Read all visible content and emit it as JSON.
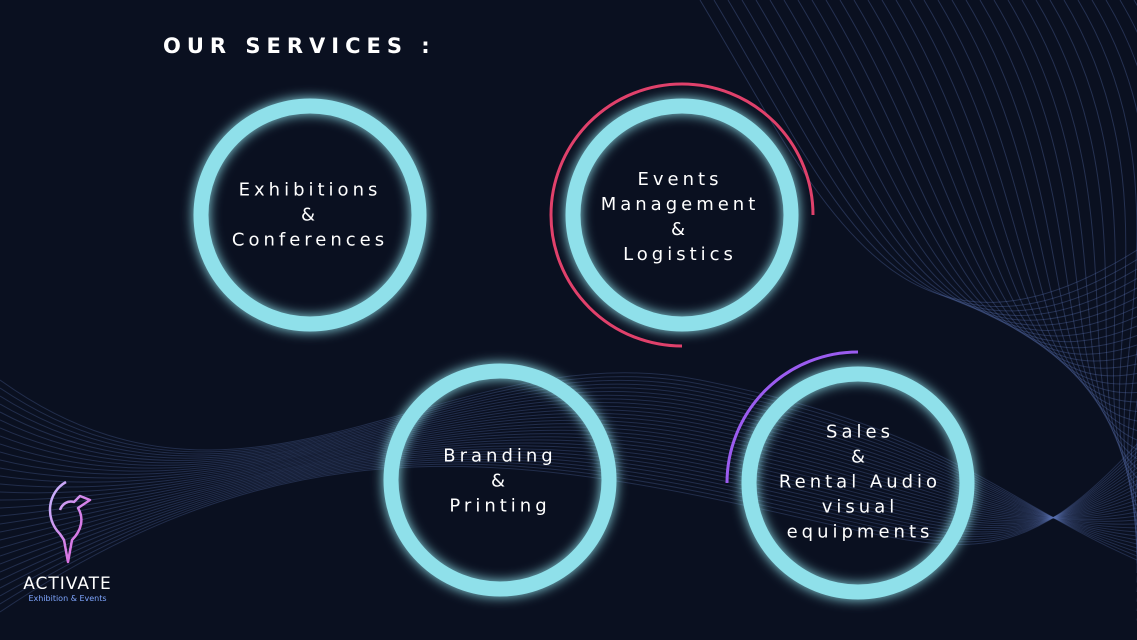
{
  "title": "OUR SERVICES :",
  "services": [
    {
      "lines": [
        "Exhibitions",
        "&",
        "Conferences"
      ],
      "accent": "#f2d03b"
    },
    {
      "lines": [
        "Events",
        "Management",
        "&",
        "Logistics"
      ],
      "accent": "#e0416b"
    },
    {
      "lines": [
        "Branding",
        "&",
        "Printing"
      ],
      "accent": "#f2d03b"
    },
    {
      "lines": [
        "Sales",
        "&",
        "Rental Audio",
        "visual",
        "equipments"
      ],
      "accent": "#9b5cf0"
    }
  ],
  "ring_color": "#8fe0ea",
  "logo": {
    "name": "ACTIVATE",
    "tagline": "Exhibition &  Events"
  }
}
